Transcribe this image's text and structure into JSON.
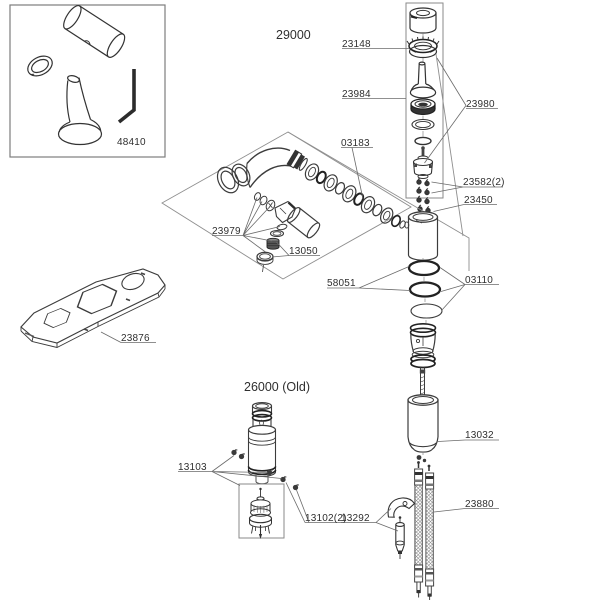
{
  "diagram": {
    "kind": "exploded-parts-diagram",
    "colors": {
      "background": "#ffffff",
      "line": "#3c3c3c",
      "leader": "#6b6b6b",
      "label": "#2f2f2f",
      "dark_fill": "#333333"
    }
  },
  "assembly_titles": [
    {
      "text": "29000"
    },
    {
      "text": "26000 (Old)"
    }
  ],
  "part_labels": [
    {
      "text": "48410"
    },
    {
      "text": "23148"
    },
    {
      "text": "23984"
    },
    {
      "text": "23980"
    },
    {
      "text": "03183"
    },
    {
      "text": "23582(2)"
    },
    {
      "text": "23450"
    },
    {
      "text": "23979"
    },
    {
      "text": "13050"
    },
    {
      "text": "58051"
    },
    {
      "text": "03110"
    },
    {
      "text": "23876"
    },
    {
      "text": "13103"
    },
    {
      "text": "13102(2)"
    },
    {
      "text": "13292"
    },
    {
      "text": "13032"
    },
    {
      "text": "23880"
    }
  ]
}
